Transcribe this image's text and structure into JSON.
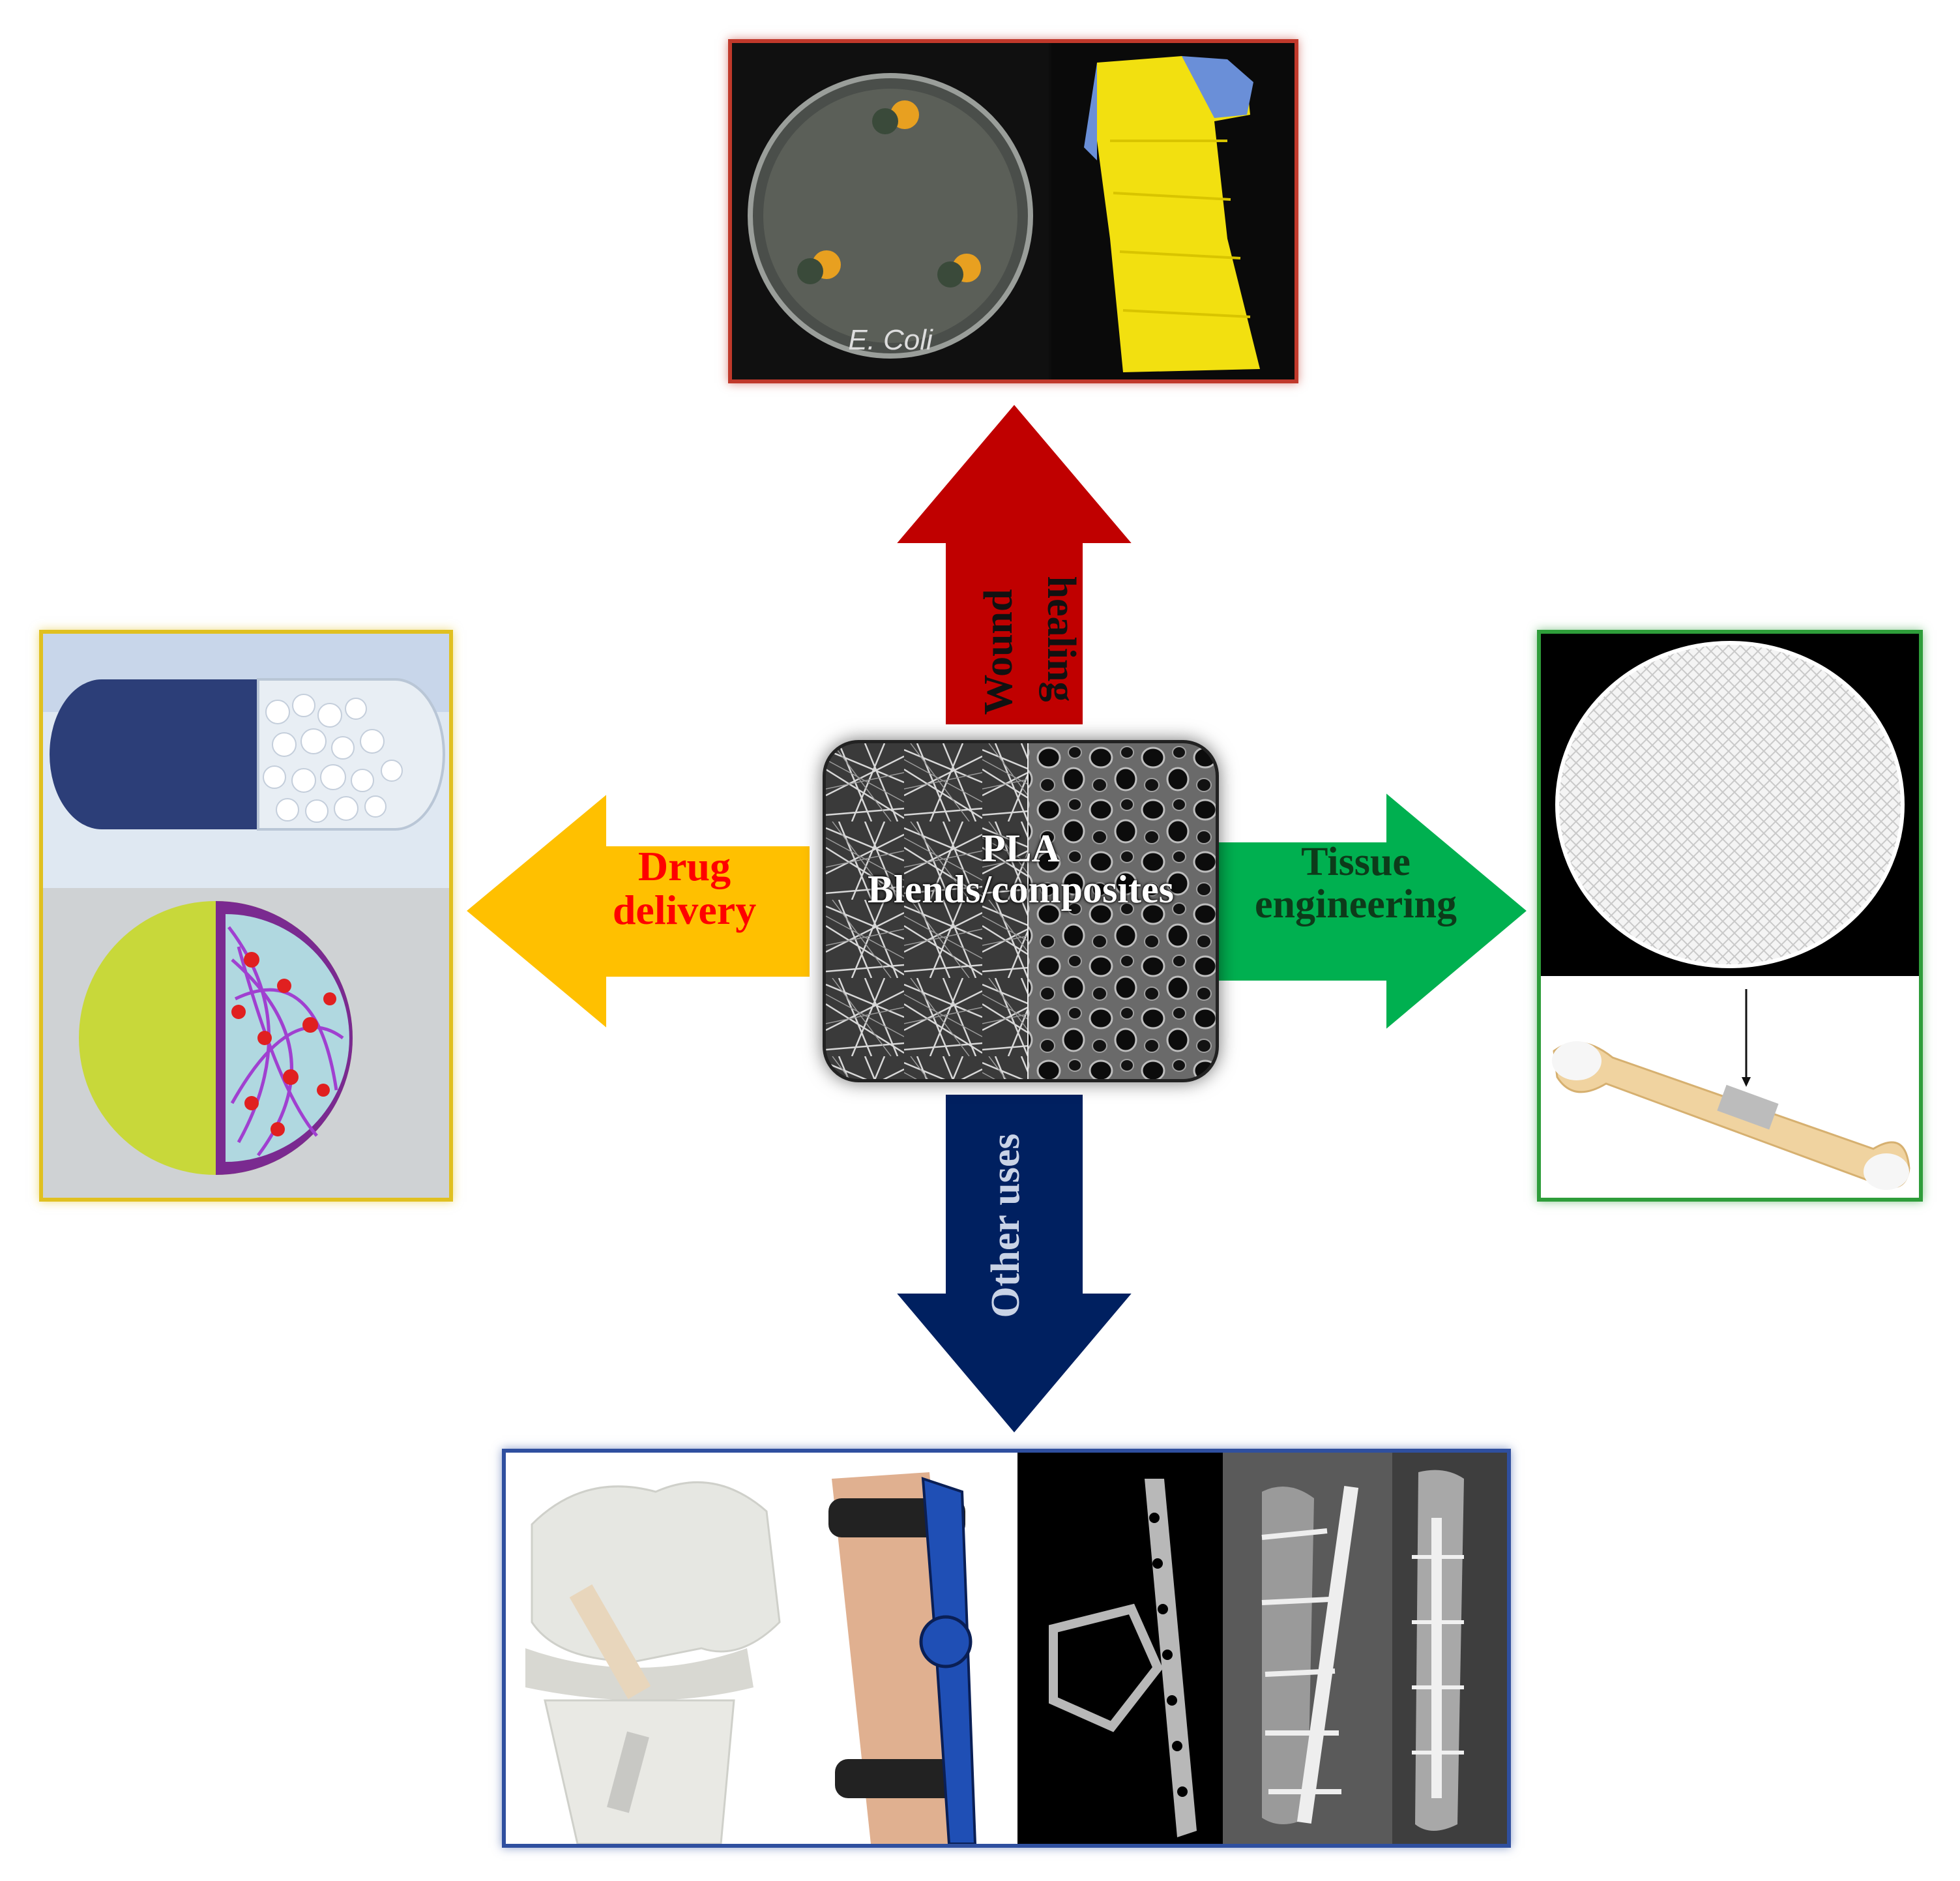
{
  "center": {
    "title_line1": "PLA",
    "title_line2": "Blends/composites"
  },
  "arrows": {
    "wound_healing": {
      "line1": "Wound",
      "line2": "healing",
      "color": "#c00000",
      "text_color": "#111111"
    },
    "drug_delivery": {
      "line1": "Drug",
      "line2": "delivery",
      "color": "#ffc000",
      "text_color": "#ff0000"
    },
    "tissue_engineering": {
      "line1": "Tissue",
      "line2": "engineering",
      "color": "#00b050",
      "text_color": "#0d3b1a"
    },
    "other_uses": {
      "line1": "Other uses",
      "color": "#002060",
      "text_color": "#c9d3e6"
    }
  },
  "panels": {
    "wound_healing": {
      "border": "#c0392b",
      "petri_label": "E. Coli"
    },
    "drug_delivery": {
      "border": "#e0c020"
    },
    "tissue_engineering": {
      "border": "#2e9d3a"
    },
    "other_uses": {
      "border": "#2f4f9f"
    }
  }
}
